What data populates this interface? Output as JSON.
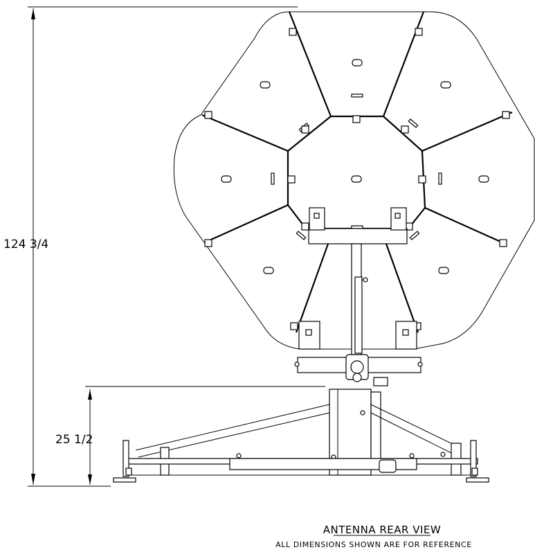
{
  "drawing": {
    "overall_height": "124 3/4",
    "base_height": "25 1/2",
    "title": "ANTENNA REAR VIEW",
    "note": "ALL DIMENSIONS SHOWN ARE FOR REFERENCE"
  }
}
